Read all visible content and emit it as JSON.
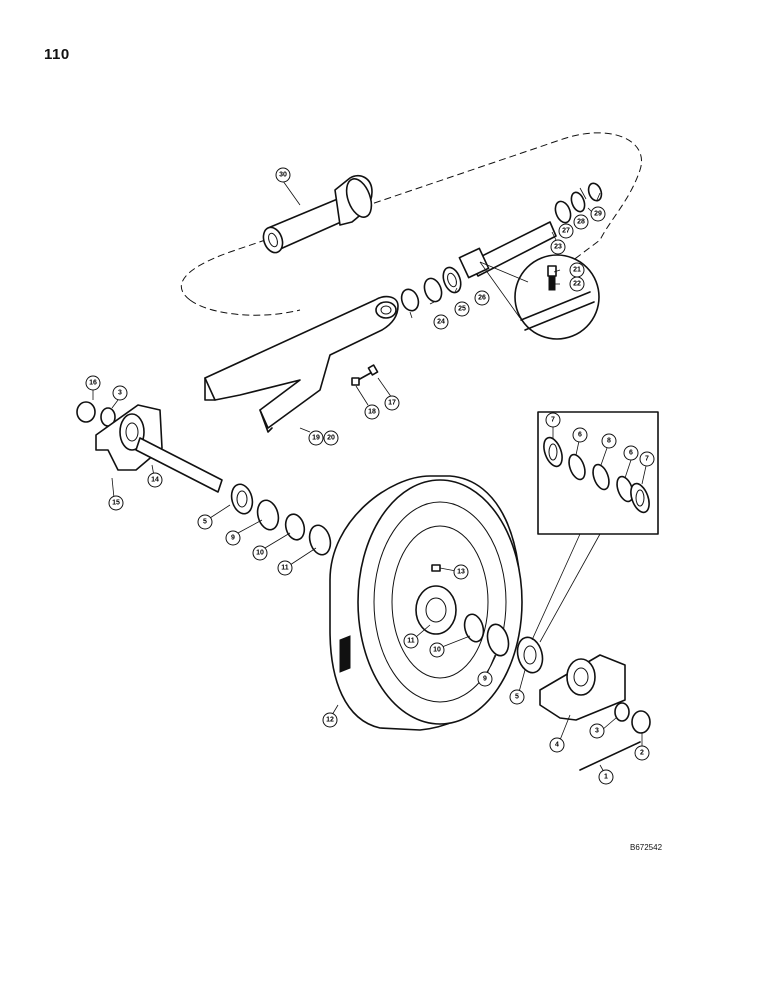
{
  "page": {
    "number": "110"
  },
  "drawing": {
    "code": "B672542"
  },
  "callouts": [
    {
      "id": "c1",
      "label": "1"
    },
    {
      "id": "c2",
      "label": "2"
    },
    {
      "id": "c3a",
      "label": "3"
    },
    {
      "id": "c3b",
      "label": "3"
    },
    {
      "id": "c4",
      "label": "4"
    },
    {
      "id": "c5a",
      "label": "5"
    },
    {
      "id": "c5b",
      "label": "5"
    },
    {
      "id": "c6a",
      "label": "6"
    },
    {
      "id": "c6b",
      "label": "6"
    },
    {
      "id": "c7a",
      "label": "7"
    },
    {
      "id": "c7b",
      "label": "7"
    },
    {
      "id": "c8",
      "label": "8"
    },
    {
      "id": "c9a",
      "label": "9"
    },
    {
      "id": "c9b",
      "label": "9"
    },
    {
      "id": "c10a",
      "label": "10"
    },
    {
      "id": "c10b",
      "label": "10"
    },
    {
      "id": "c11a",
      "label": "11"
    },
    {
      "id": "c11b",
      "label": "11"
    },
    {
      "id": "c12",
      "label": "12"
    },
    {
      "id": "c13",
      "label": "13"
    },
    {
      "id": "c14",
      "label": "14"
    },
    {
      "id": "c15",
      "label": "15"
    },
    {
      "id": "c16",
      "label": "16"
    },
    {
      "id": "c17",
      "label": "17"
    },
    {
      "id": "c18",
      "label": "18"
    },
    {
      "id": "c19",
      "label": "19"
    },
    {
      "id": "c20",
      "label": "20"
    },
    {
      "id": "c21",
      "label": "21"
    },
    {
      "id": "c22",
      "label": "22"
    },
    {
      "id": "c23",
      "label": "23"
    },
    {
      "id": "c24",
      "label": "24"
    },
    {
      "id": "c25",
      "label": "25"
    },
    {
      "id": "c26",
      "label": "26"
    },
    {
      "id": "c27",
      "label": "27"
    },
    {
      "id": "c28",
      "label": "28"
    },
    {
      "id": "c29",
      "label": "29"
    },
    {
      "id": "c30",
      "label": "30"
    }
  ]
}
